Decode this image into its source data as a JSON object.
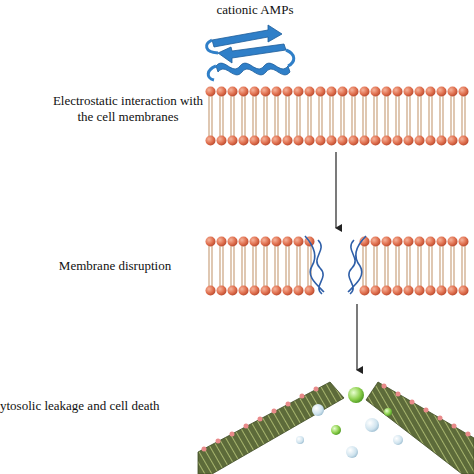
{
  "diagram": {
    "labels": [
      "cationic AMPs",
      "Electrostatic interaction with the cell membranes",
      "Membrane disruption",
      "ytosolic leakage and cell death"
    ]
  }
}
